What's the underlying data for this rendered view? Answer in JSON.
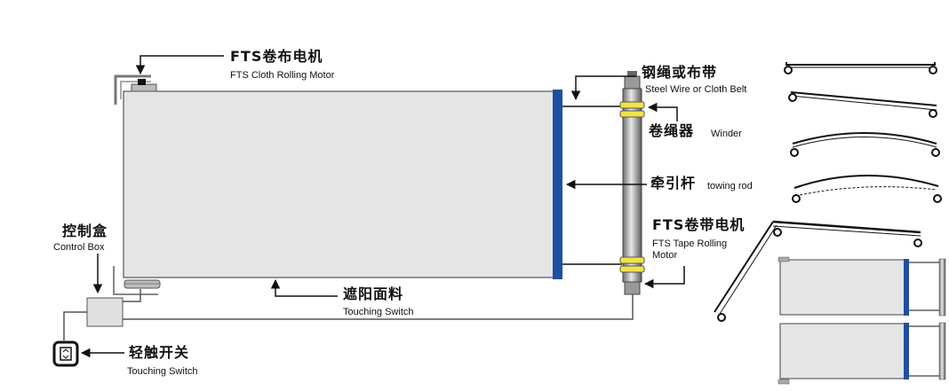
{
  "labels": {
    "cloth_motor_cn": "FTS卷布电机",
    "cloth_motor_en": "FTS Cloth Rolling Motor",
    "wire_cn": "钢绳或布带",
    "wire_en": "Steel Wire or Cloth Belt",
    "winder_cn": "卷绳器",
    "winder_en": "Winder",
    "towing_cn": "牵引杆",
    "towing_en": "towing rod",
    "tape_motor_cn": "FTS卷带电机",
    "tape_motor_en1": "FTS Tape Rolling",
    "tape_motor_en2": "Motor",
    "control_cn": "控制盒",
    "control_en": "Control Box",
    "fabric_cn": "遮阳面料",
    "fabric_en": "Touching Switch",
    "switch_cn": "轻触开关",
    "switch_en": "Touching Switch"
  },
  "colors": {
    "fabric": "#e5e5e5",
    "towing_rod": "#1f4fa3",
    "winder_band": "#f2e24a",
    "line": "#111111"
  },
  "icons": {
    "touch_switch": "touch-switch-icon"
  }
}
